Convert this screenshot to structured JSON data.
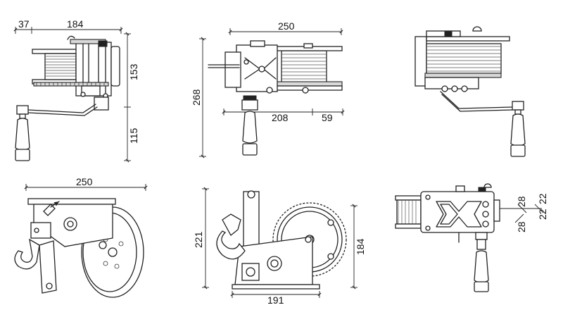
{
  "dimensions": {
    "side_offset": "37",
    "side_width": "184",
    "side_height_upper": "153",
    "side_height_lower": "115",
    "front_width": "250",
    "front_height": "268",
    "front_base": "208",
    "front_offset": "59",
    "bottom_left_width": "250",
    "bottom_center_height": "221",
    "bottom_center_width": "191",
    "bottom_center_gear_height": "184",
    "mount_hole_a": "28",
    "mount_hole_b": "28",
    "mount_hole_c": "22",
    "mount_hole_d": "22"
  }
}
